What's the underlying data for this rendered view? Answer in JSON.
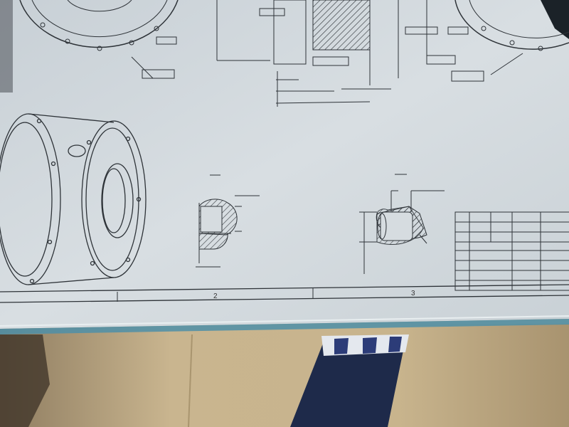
{
  "scene": {
    "subject": "engineering-drawing-sheet",
    "colors": {
      "paper": "#d3dadf",
      "ink": "#2e3338",
      "floor": "#c4b08a",
      "sheet_edge": "#4e8fa8",
      "sock_blue": "#1e2a4a"
    },
    "border_zones": [
      "2",
      "3"
    ]
  }
}
